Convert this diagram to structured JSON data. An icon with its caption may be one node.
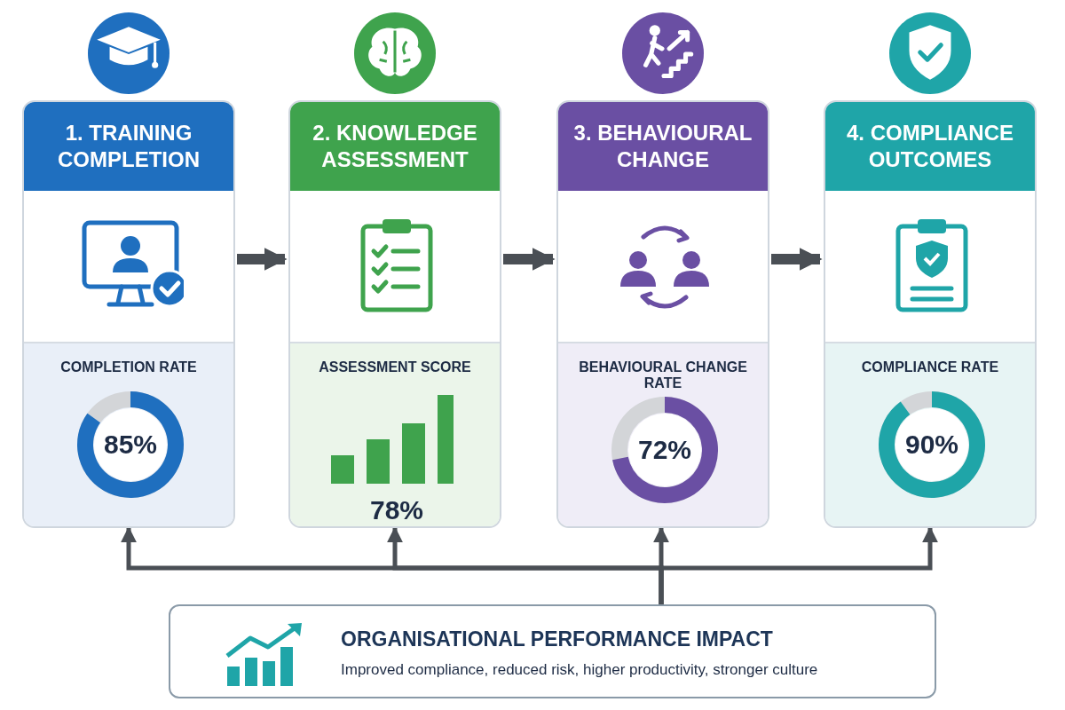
{
  "diagram": {
    "nodes": [
      {
        "text": [
          "1. TRAINING COMPLETION",
          "COMPLETION RATE",
          "85%"
        ]
      },
      {
        "text": [
          "2. KNOWLEDGE ASSESSMENT",
          "ASSESSMENT SCORE",
          "78%"
        ]
      },
      {
        "text": [
          "3. BEHAVIOURAL CHANGE",
          "BEHAVIOURAL CHANGE RATE",
          "72%"
        ]
      },
      {
        "text": [
          "4. COMPLIANCE OUTCOMES",
          "COMPLIANCE RATE",
          "90%"
        ]
      },
      {
        "text": [
          "ORGANISATIONAL PERFORMANCE IMPACT",
          "Improved compliance, reduced risk, higher productivity, stronger culture"
        ]
      }
    ],
    "edges": [
      {
        "from": 0,
        "to": 1,
        "arrow": "to",
        "style": "thick"
      },
      {
        "from": 1,
        "to": 2,
        "arrow": "to",
        "style": "thick"
      },
      {
        "from": 2,
        "to": 3,
        "arrow": "to",
        "style": "thick"
      },
      {
        "from": 4,
        "to": 0,
        "arrow": "to"
      },
      {
        "from": 4,
        "to": 1,
        "arrow": "to"
      },
      {
        "from": 4,
        "to": 2,
        "arrow": "to"
      },
      {
        "from": 4,
        "to": 3,
        "arrow": "to"
      }
    ]
  }
}
